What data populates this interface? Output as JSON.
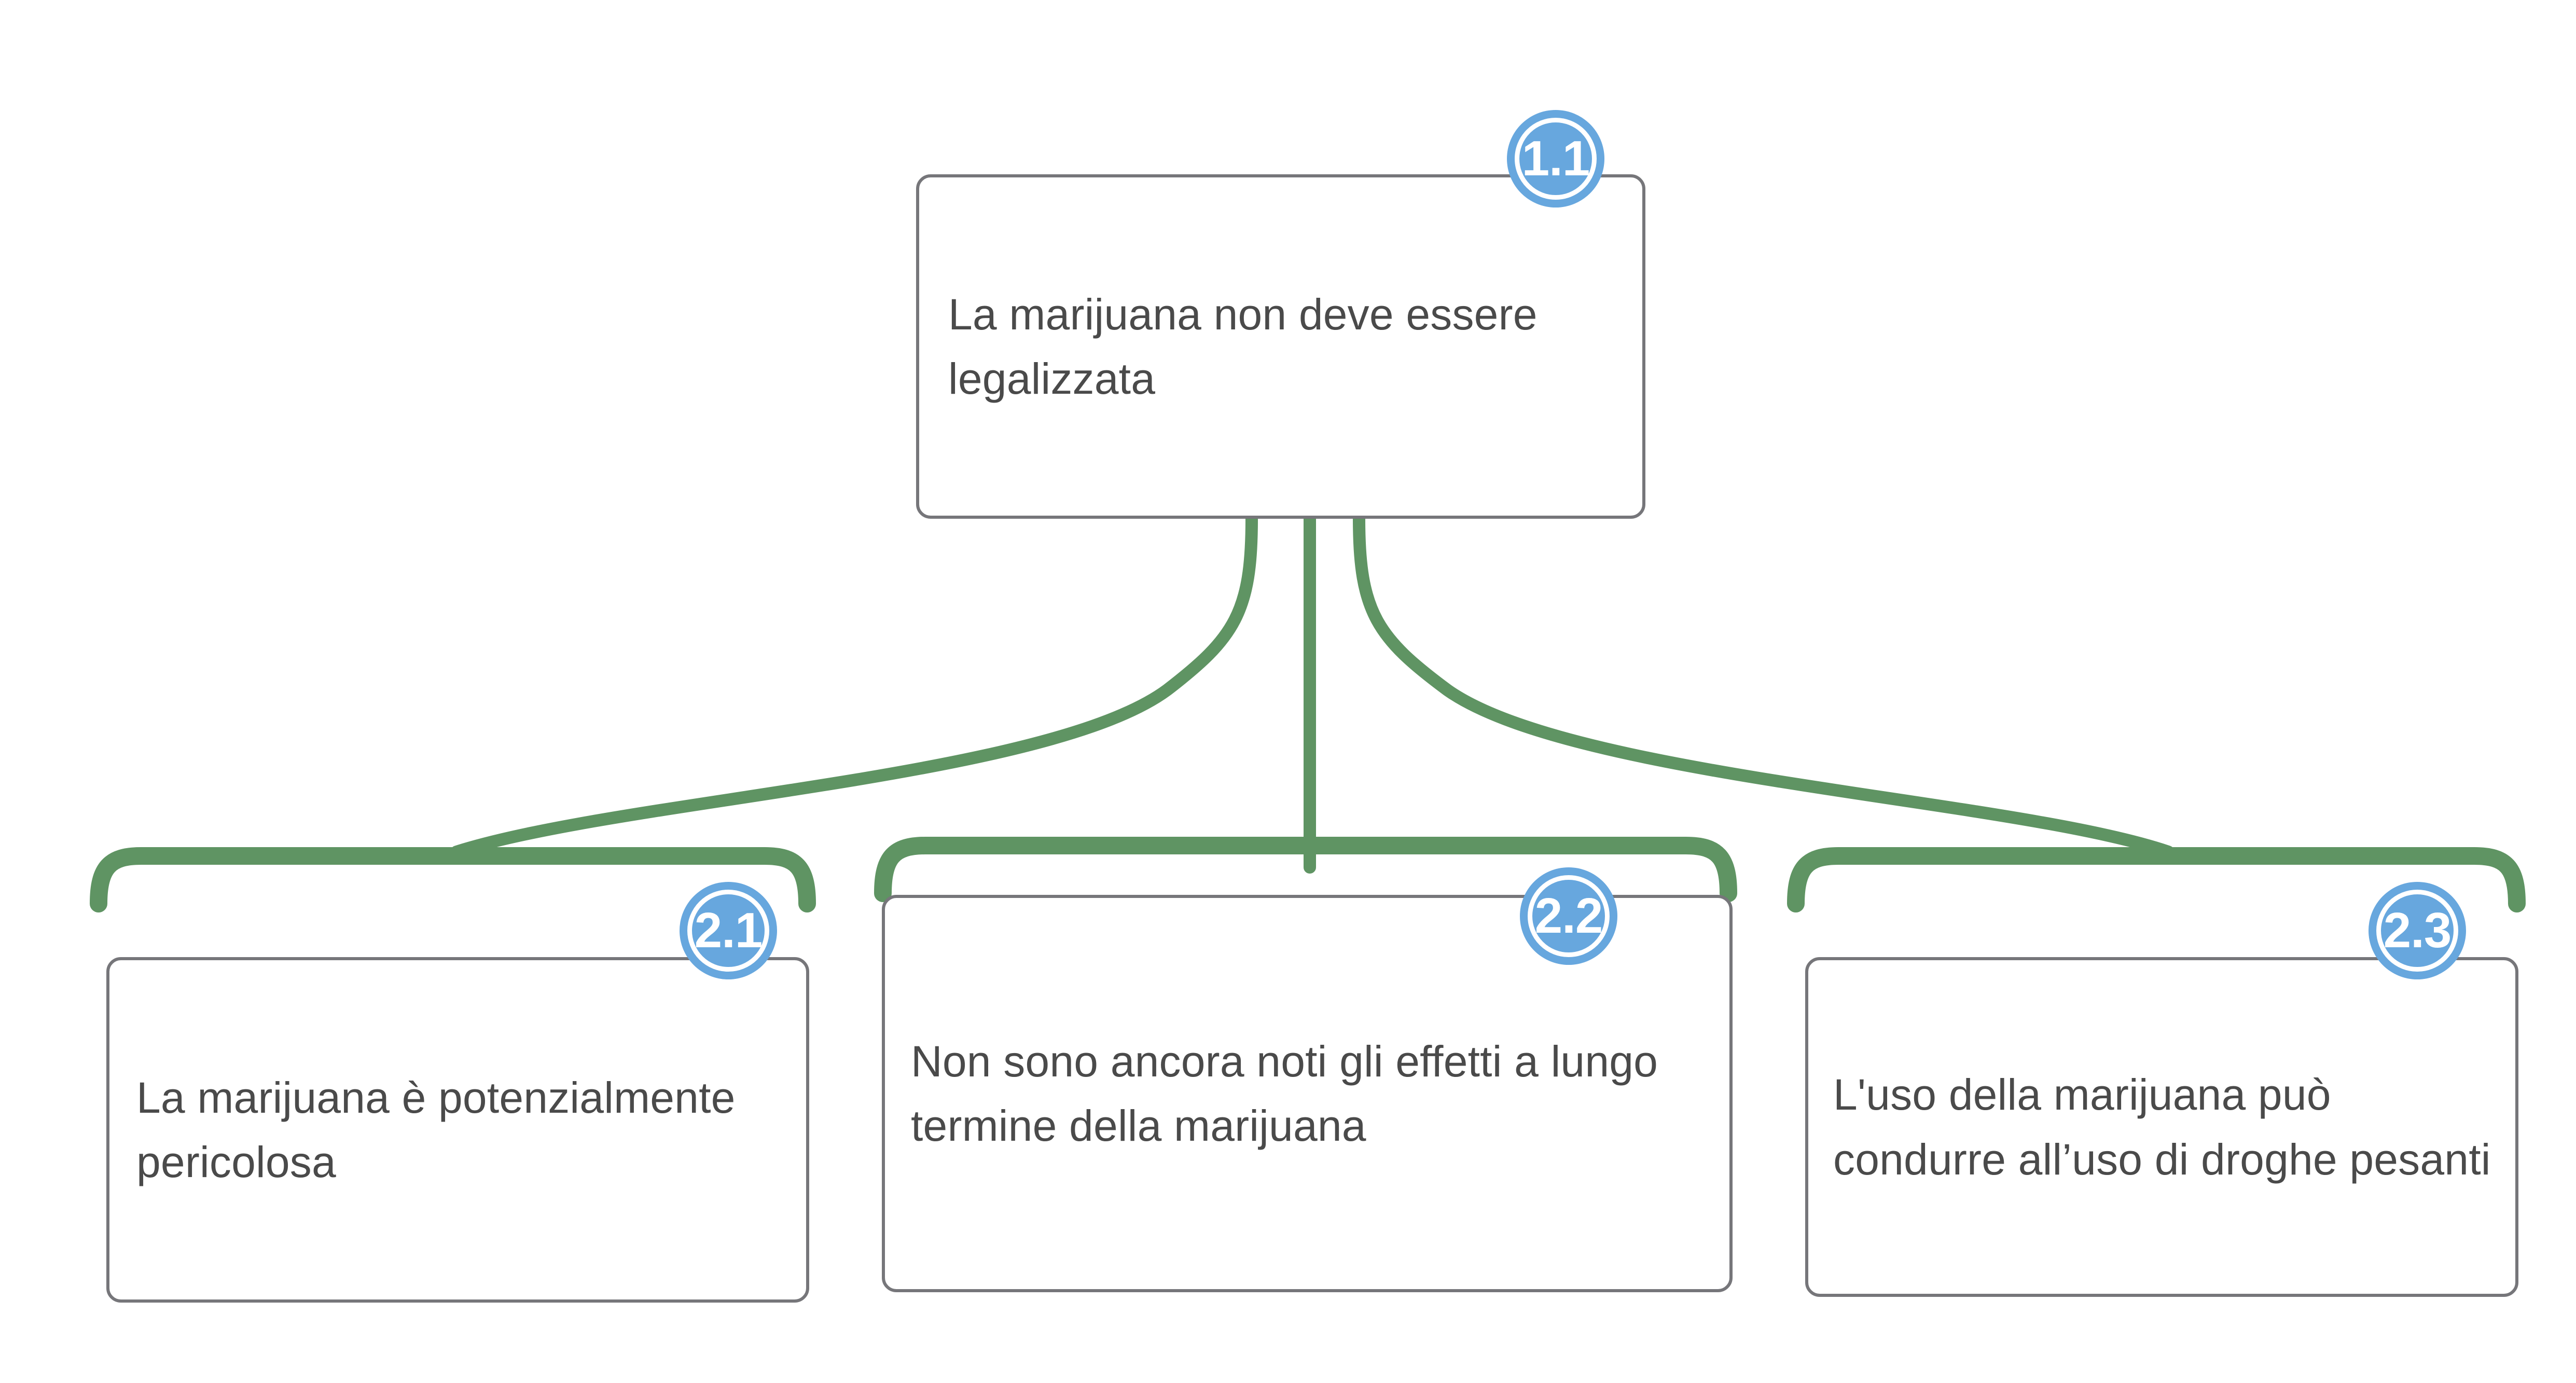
{
  "diagram": {
    "type": "argument-map",
    "accent_colors": {
      "connector_green": "#5f9463",
      "badge_blue": "#67a7de",
      "node_border_grey": "#76767a",
      "node_text_grey": "#4a4a4a",
      "badge_text": "#ffffff",
      "background": "#ffffff"
    },
    "root": {
      "badge": "1.1",
      "text": "La marijuana non deve essere legalizzata"
    },
    "children": [
      {
        "badge": "2.1",
        "text": "La marijuana è potenzialmente pericolosa"
      },
      {
        "badge": "2.2",
        "text": "Non sono ancora noti gli effetti a lungo termine della marijuana"
      },
      {
        "badge": "2.3",
        "text": "L'uso della marijuana può condurre all’uso di droghe pesanti"
      }
    ]
  }
}
